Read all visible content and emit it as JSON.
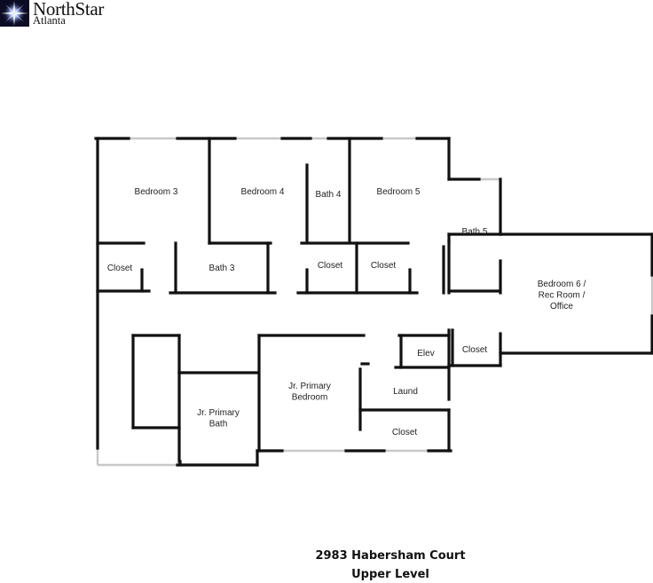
{
  "brand": {
    "name": "NorthStar",
    "city": "Atlanta",
    "logo_icon": "star-burst-icon"
  },
  "colors": {
    "wall": "#111111",
    "window": "#c8c8c8",
    "background": "#ffffff"
  },
  "rooms": [
    {
      "id": "bedroom-3",
      "lines": [
        "Bedroom 3"
      ]
    },
    {
      "id": "bedroom-4",
      "lines": [
        "Bedroom 4"
      ]
    },
    {
      "id": "bath-4",
      "lines": [
        "Bath 4"
      ]
    },
    {
      "id": "bedroom-5",
      "lines": [
        "Bedroom 5"
      ]
    },
    {
      "id": "bath-5",
      "lines": [
        "Bath 5"
      ]
    },
    {
      "id": "closet-a",
      "lines": [
        "Closet"
      ]
    },
    {
      "id": "bath-3",
      "lines": [
        "Bath 3"
      ]
    },
    {
      "id": "closet-b",
      "lines": [
        "Closet"
      ]
    },
    {
      "id": "closet-c",
      "lines": [
        "Closet"
      ]
    },
    {
      "id": "bedroom-6",
      "lines": [
        "Bedroom 6 /",
        "Rec Room /",
        "Office"
      ]
    },
    {
      "id": "elev",
      "lines": [
        "Elev"
      ]
    },
    {
      "id": "closet-d",
      "lines": [
        "Closet"
      ]
    },
    {
      "id": "jr-primary-bedroom",
      "lines": [
        "Jr. Primary",
        "Bedroom"
      ]
    },
    {
      "id": "laund",
      "lines": [
        "Laund"
      ]
    },
    {
      "id": "jr-primary-bath",
      "lines": [
        "Jr. Primary",
        "Bath"
      ]
    },
    {
      "id": "closet-e",
      "lines": [
        "Closet"
      ]
    }
  ],
  "caption": {
    "address": "2983 Habersham Court",
    "level": "Upper Level"
  }
}
